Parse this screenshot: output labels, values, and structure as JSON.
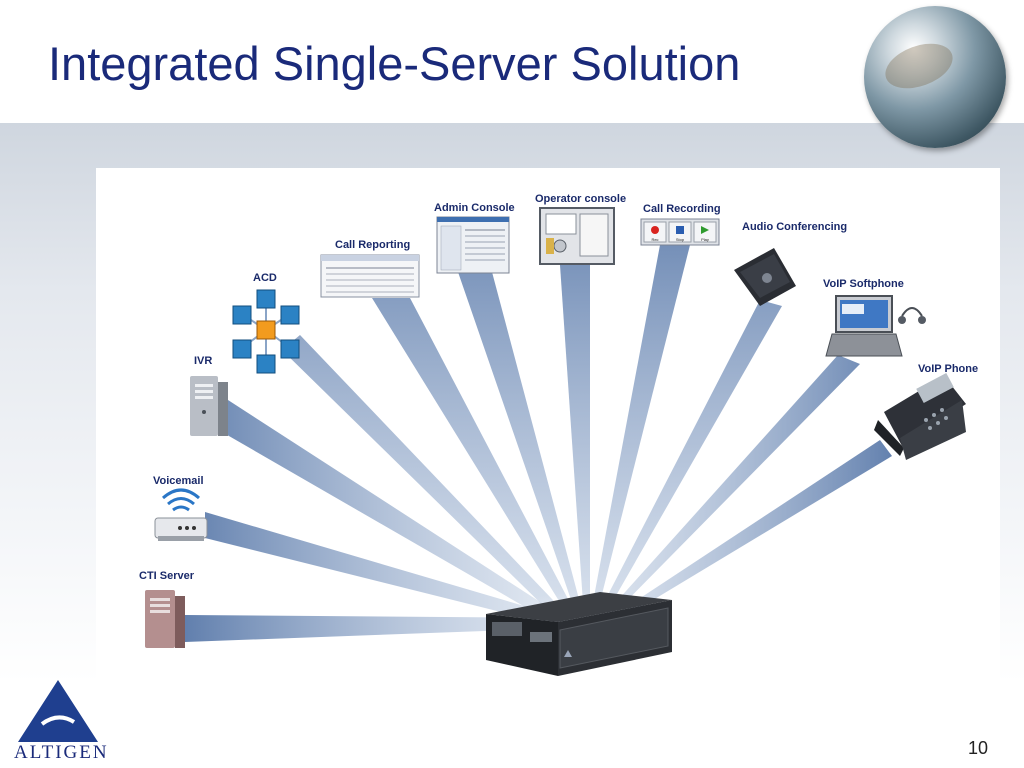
{
  "slide": {
    "title": "Integrated Single-Server Solution",
    "page_number": "10",
    "logo_text": "ALTIGEN"
  },
  "components": [
    {
      "key": "cti_server",
      "label": "CTI Server",
      "icon": "tower-server-icon"
    },
    {
      "key": "voicemail",
      "label": "Voicemail",
      "icon": "voicemail-device-icon"
    },
    {
      "key": "ivr",
      "label": "IVR",
      "icon": "tower-server-icon"
    },
    {
      "key": "acd",
      "label": "ACD",
      "icon": "cube-network-icon"
    },
    {
      "key": "call_reporting",
      "label": "Call Reporting",
      "icon": "report-screen-icon"
    },
    {
      "key": "admin_console",
      "label": "Admin Console",
      "icon": "console-window-icon"
    },
    {
      "key": "operator_console",
      "label": "Operator console",
      "icon": "operator-console-icon"
    },
    {
      "key": "call_recording",
      "label": "Call Recording",
      "icon": "recording-controls-icon"
    },
    {
      "key": "audio_conferencing",
      "label": "Audio Conferencing",
      "icon": "conference-phone-icon"
    },
    {
      "key": "voip_softphone",
      "label": "VoIP Softphone",
      "icon": "laptop-headset-icon"
    },
    {
      "key": "voip_phone",
      "label": "VoIP Phone",
      "icon": "desk-phone-icon"
    }
  ],
  "hub": {
    "icon": "rack-server-icon"
  },
  "recording_buttons": [
    "Rec",
    "Stop",
    "Play"
  ],
  "colors": {
    "title": "#1a2a7a",
    "beam": "#5f7fae",
    "label": "#1a2a6a"
  }
}
